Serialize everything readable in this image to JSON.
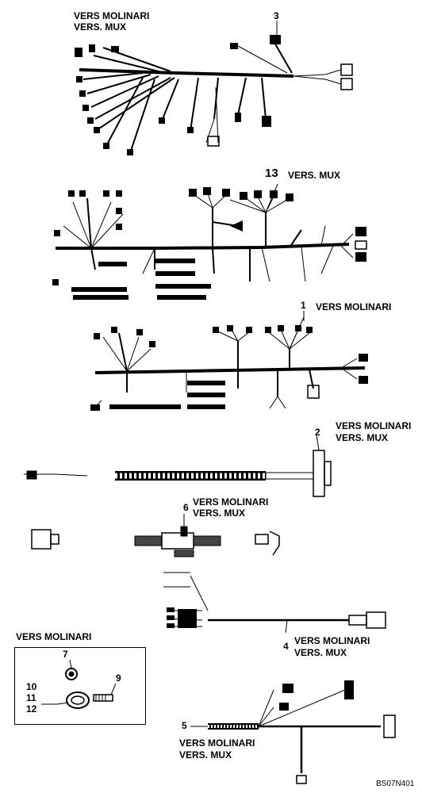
{
  "labels": {
    "a_line1": "VERS MOLINARI",
    "a_line2": "VERS. MUX",
    "b_line1": "VERS. MUX",
    "c_line1": "VERS MOLINARI",
    "d_line1": "VERS MOLINARI",
    "d_line2": "VERS. MUX",
    "e_line1": "VERS MOLINARI",
    "e_line2": "VERS. MUX",
    "f_line1": "VERS MOLINARI",
    "f_line2": "VERS. MUX",
    "inset_title": "VERS MOLINARI",
    "g_line1": "VERS MOLINARI",
    "g_line2": "VERS. MUX"
  },
  "callouts": {
    "n1": "1",
    "n2": "2",
    "n3": "3",
    "n4": "4",
    "n5": "5",
    "n6": "6",
    "n7": "7",
    "n9": "9",
    "n10": "10",
    "n11": "11",
    "n12": "12",
    "n13": "13"
  },
  "reference": "BS07N401"
}
